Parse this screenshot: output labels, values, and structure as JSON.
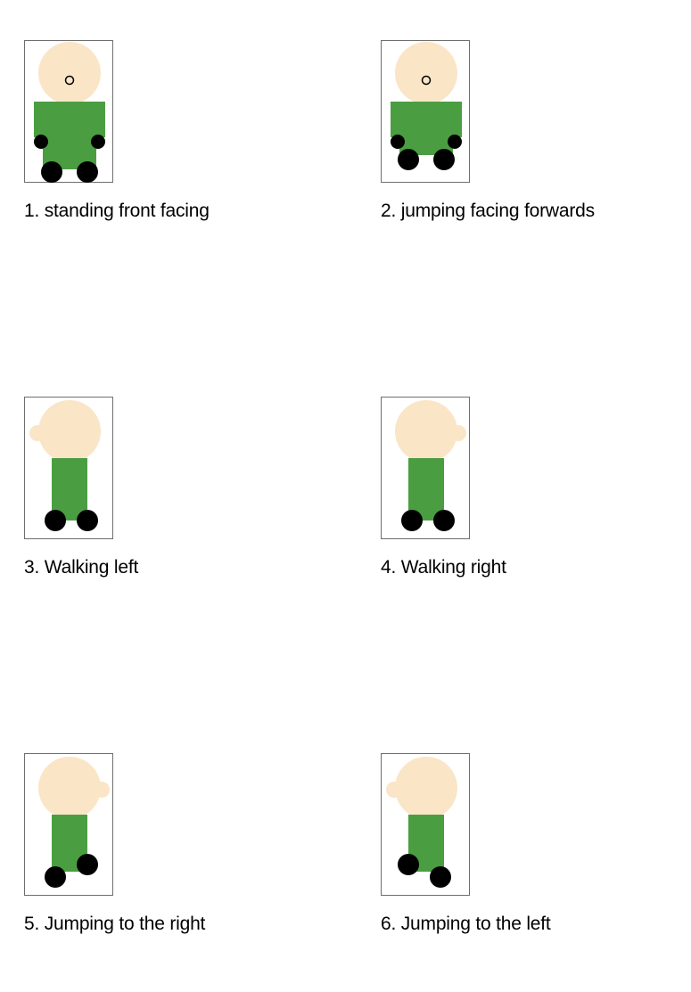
{
  "colors": {
    "skin": "#fae5c7",
    "shirt": "#4a9e41",
    "limb": "#000000",
    "frame": "#6e6e6e"
  },
  "figures": [
    {
      "caption": "1. standing front facing"
    },
    {
      "caption": "2. jumping facing forwards"
    },
    {
      "caption": "3. Walking left"
    },
    {
      "caption": "4. Walking right"
    },
    {
      "caption": "5. Jumping to the right"
    },
    {
      "caption": "6. Jumping to the left"
    }
  ]
}
